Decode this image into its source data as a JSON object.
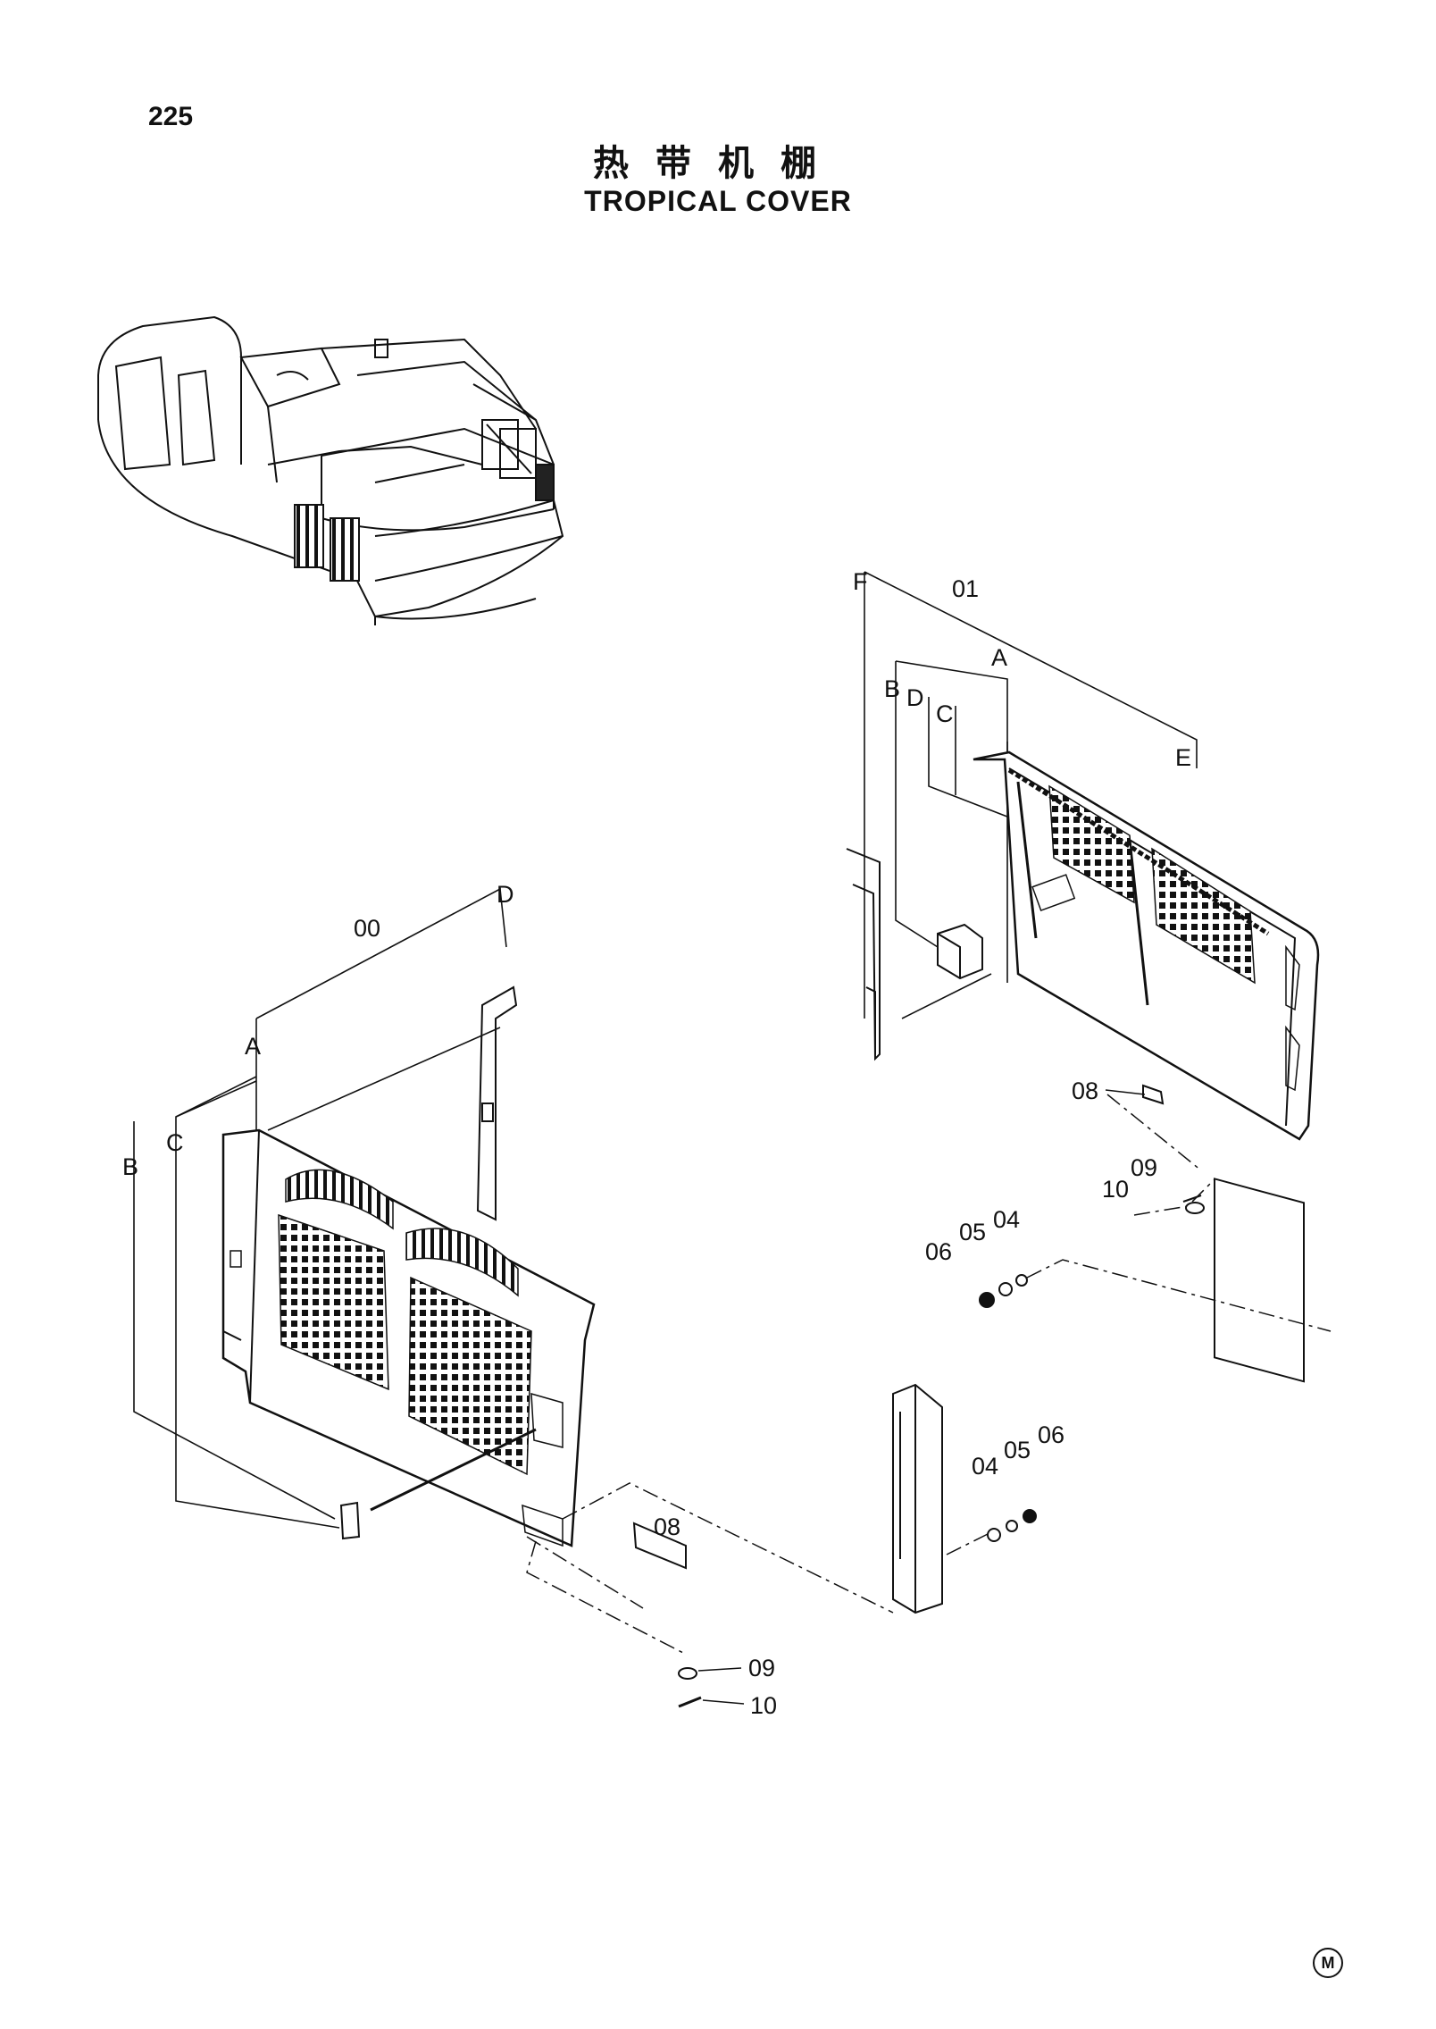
{
  "page_number": "225",
  "title_cn": "热带机棚",
  "title_en": "TROPICAL COVER",
  "corner_mark": "M",
  "callouts": {
    "assy_right": "01",
    "assy_left": "00",
    "a": "A",
    "b": "B",
    "c": "C",
    "d": "D",
    "e": "E",
    "f": "F",
    "p04": "04",
    "p05": "05",
    "p06": "06",
    "p08": "08",
    "p09": "09",
    "p10": "10"
  },
  "icons": [
    "excavator-overview-icon",
    "right-cover-panel-icon",
    "left-cover-panel-icon",
    "side-post-icon",
    "bolt-icon",
    "washer-icon",
    "pin-icon"
  ]
}
